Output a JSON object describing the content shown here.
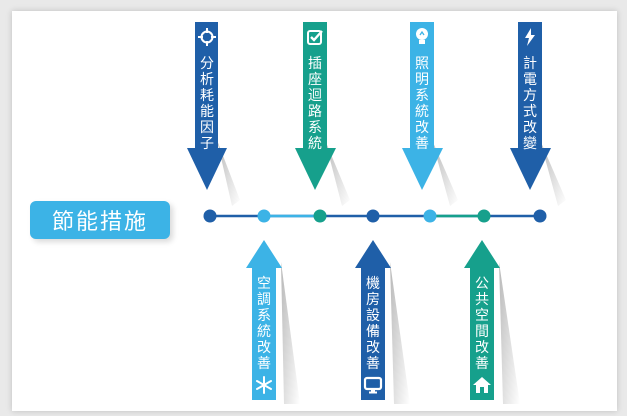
{
  "title": "節能措施",
  "colors": {
    "navy": "#1f5fa8",
    "teal": "#16a08c",
    "sky": "#3cb3e6",
    "line": "#1f5fa8"
  },
  "top_items": [
    {
      "label": "分析耗能因子",
      "icon": "crosshair-icon",
      "color": "navy"
    },
    {
      "label": "插座迴路系統",
      "icon": "checkbox-icon",
      "color": "teal"
    },
    {
      "label": "照明系統改善",
      "icon": "lightbulb-icon",
      "color": "sky"
    },
    {
      "label": "計電方式改變",
      "icon": "lightning-icon",
      "color": "navy"
    }
  ],
  "bottom_items": [
    {
      "label": "空調系統改善",
      "icon": "snowflake-icon",
      "color": "sky"
    },
    {
      "label": "機房設備改善",
      "icon": "monitor-icon",
      "color": "navy"
    },
    {
      "label": "公共空間改善",
      "icon": "house-icon",
      "color": "teal"
    }
  ]
}
